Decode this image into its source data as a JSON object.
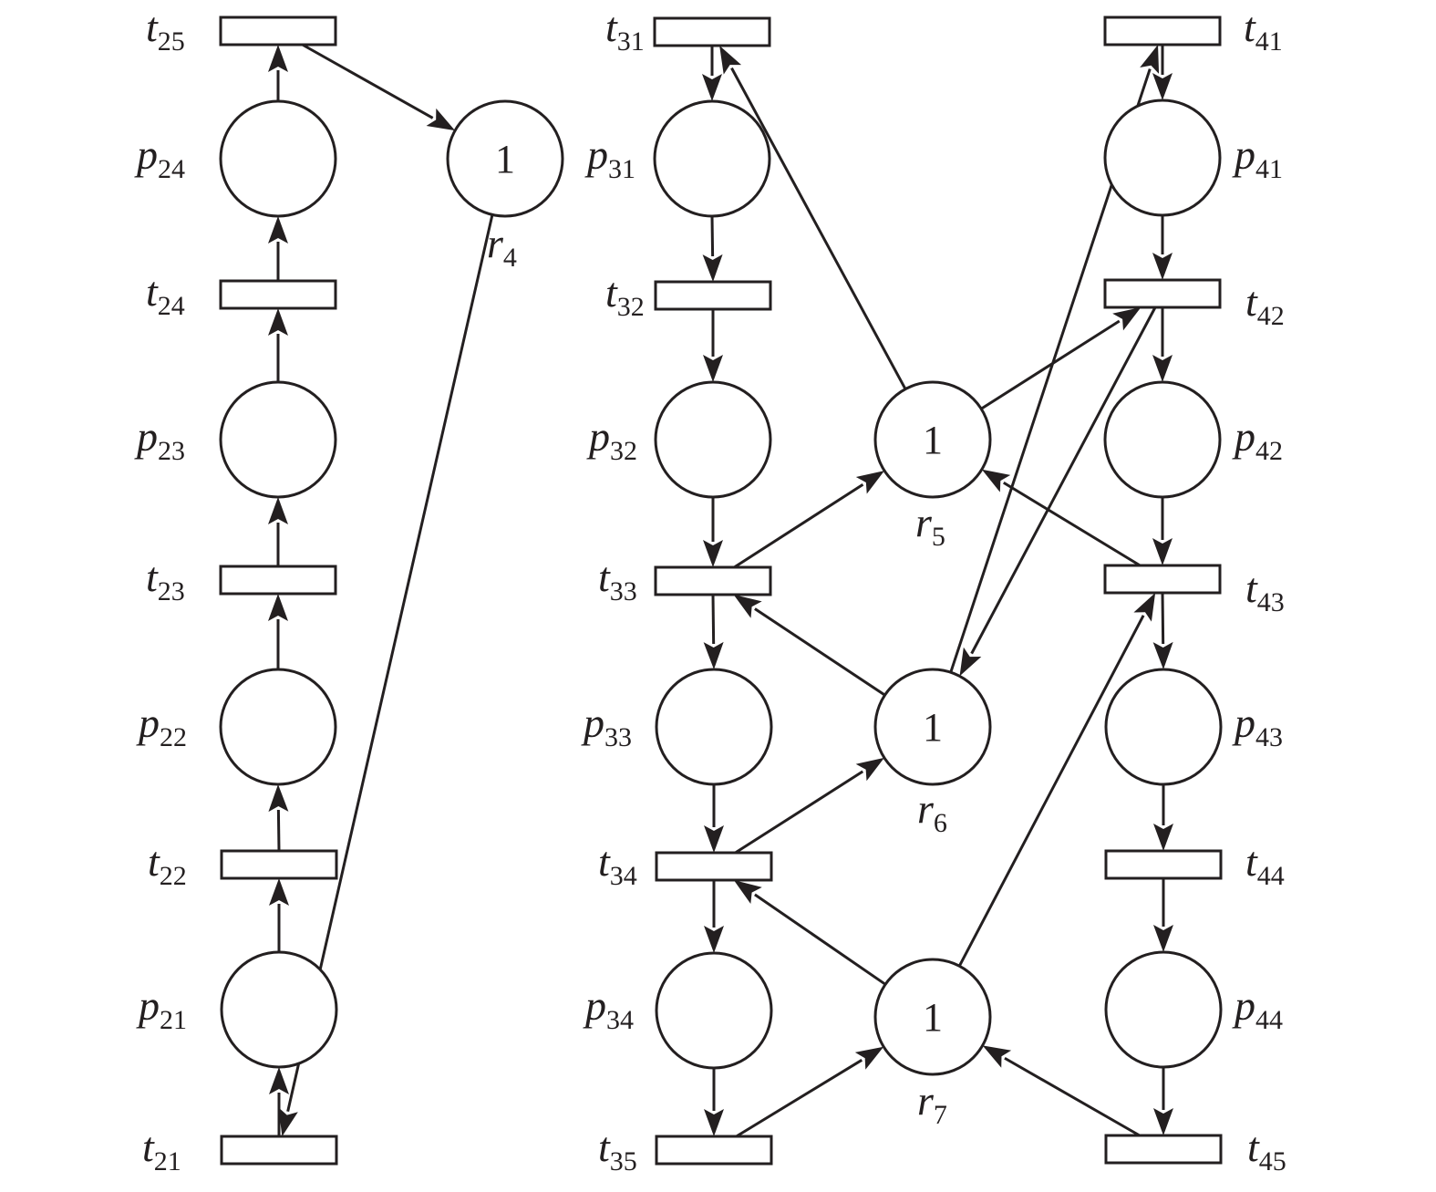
{
  "colors": {
    "ink": "#231f20",
    "background": "#ffffff"
  },
  "places": [
    {
      "id": "p21",
      "main": "p",
      "sub": "21"
    },
    {
      "id": "p22",
      "main": "p",
      "sub": "22"
    },
    {
      "id": "p23",
      "main": "p",
      "sub": "23"
    },
    {
      "id": "p24",
      "main": "p",
      "sub": "24"
    },
    {
      "id": "p31",
      "main": "p",
      "sub": "31"
    },
    {
      "id": "p32",
      "main": "p",
      "sub": "32"
    },
    {
      "id": "p33",
      "main": "p",
      "sub": "33"
    },
    {
      "id": "p34",
      "main": "p",
      "sub": "34"
    },
    {
      "id": "p41",
      "main": "p",
      "sub": "41"
    },
    {
      "id": "p42",
      "main": "p",
      "sub": "42"
    },
    {
      "id": "p43",
      "main": "p",
      "sub": "43"
    },
    {
      "id": "p44",
      "main": "p",
      "sub": "44"
    }
  ],
  "resources": [
    {
      "id": "r4",
      "main": "r",
      "sub": "4",
      "tokens": "1"
    },
    {
      "id": "r5",
      "main": "r",
      "sub": "5",
      "tokens": "1"
    },
    {
      "id": "r6",
      "main": "r",
      "sub": "6",
      "tokens": "1"
    },
    {
      "id": "r7",
      "main": "r",
      "sub": "7",
      "tokens": "1"
    }
  ],
  "transitions": [
    {
      "id": "t21",
      "main": "t",
      "sub": "21"
    },
    {
      "id": "t22",
      "main": "t",
      "sub": "22"
    },
    {
      "id": "t23",
      "main": "t",
      "sub": "23"
    },
    {
      "id": "t24",
      "main": "t",
      "sub": "24"
    },
    {
      "id": "t25",
      "main": "t",
      "sub": "25"
    },
    {
      "id": "t31",
      "main": "t",
      "sub": "31"
    },
    {
      "id": "t32",
      "main": "t",
      "sub": "32"
    },
    {
      "id": "t33",
      "main": "t",
      "sub": "33"
    },
    {
      "id": "t34",
      "main": "t",
      "sub": "34"
    },
    {
      "id": "t35",
      "main": "t",
      "sub": "35"
    },
    {
      "id": "t41",
      "main": "t",
      "sub": "41"
    },
    {
      "id": "t42",
      "main": "t",
      "sub": "42"
    },
    {
      "id": "t43",
      "main": "t",
      "sub": "43"
    },
    {
      "id": "t44",
      "main": "t",
      "sub": "44"
    },
    {
      "id": "t45",
      "main": "t",
      "sub": "45"
    }
  ],
  "arcs": [
    {
      "from": "t21",
      "to": "p21"
    },
    {
      "from": "p21",
      "to": "t22"
    },
    {
      "from": "t22",
      "to": "p22"
    },
    {
      "from": "p22",
      "to": "t23"
    },
    {
      "from": "t23",
      "to": "p23"
    },
    {
      "from": "p23",
      "to": "t24"
    },
    {
      "from": "t24",
      "to": "p24"
    },
    {
      "from": "p24",
      "to": "t25"
    },
    {
      "from": "t25",
      "to": "r4"
    },
    {
      "from": "r4",
      "to": "t21"
    },
    {
      "from": "t31",
      "to": "p31"
    },
    {
      "from": "p31",
      "to": "t32"
    },
    {
      "from": "t32",
      "to": "p32"
    },
    {
      "from": "p32",
      "to": "t33"
    },
    {
      "from": "t33",
      "to": "p33"
    },
    {
      "from": "p33",
      "to": "t34"
    },
    {
      "from": "t34",
      "to": "p34"
    },
    {
      "from": "p34",
      "to": "t35"
    },
    {
      "from": "t41",
      "to": "p41"
    },
    {
      "from": "p41",
      "to": "t42"
    },
    {
      "from": "t42",
      "to": "p42"
    },
    {
      "from": "p42",
      "to": "t43"
    },
    {
      "from": "t43",
      "to": "p43"
    },
    {
      "from": "p43",
      "to": "t44"
    },
    {
      "from": "t44",
      "to": "p44"
    },
    {
      "from": "p44",
      "to": "t45"
    },
    {
      "from": "r5",
      "to": "t31"
    },
    {
      "from": "t33",
      "to": "r5"
    },
    {
      "from": "r5",
      "to": "t42"
    },
    {
      "from": "t43",
      "to": "r5"
    },
    {
      "from": "r6",
      "to": "t33"
    },
    {
      "from": "t34",
      "to": "r6"
    },
    {
      "from": "r6",
      "to": "t41"
    },
    {
      "from": "t42",
      "to": "r6"
    },
    {
      "from": "r7",
      "to": "t34"
    },
    {
      "from": "t35",
      "to": "r7"
    },
    {
      "from": "r7",
      "to": "t43"
    },
    {
      "from": "t45",
      "to": "r7"
    }
  ]
}
